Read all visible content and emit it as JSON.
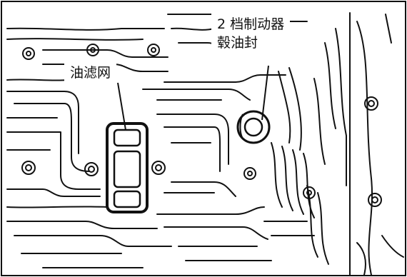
{
  "figure": {
    "labels": {
      "oil_filter": "油滤网",
      "brake_seal_line1": "2 档制动器",
      "brake_seal_line2": "毂油封"
    },
    "colors": {
      "ink": "#111111",
      "paper": "#ffffff"
    }
  }
}
